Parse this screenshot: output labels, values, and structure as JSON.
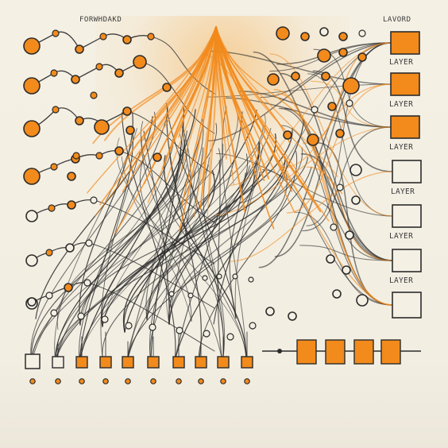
{
  "header": {
    "left_title": "FORWHDAKD",
    "right_title": "LAVORD"
  },
  "layers": [
    {
      "label": "LAYER",
      "filled": true
    },
    {
      "label": "LAYER",
      "filled": true
    },
    {
      "label": "LAYER",
      "filled": true
    },
    {
      "label": "LAYER",
      "filled": false
    },
    {
      "label": "LAYER",
      "filled": false
    },
    {
      "label": "LAYER",
      "filled": false
    },
    {
      "label": "",
      "filled": false
    }
  ],
  "colors": {
    "accent": "#f28a1c",
    "accent_light": "#f7b25a",
    "ink": "#2b2b2b",
    "paper": "#f3efe3"
  },
  "bottom_sequence": {
    "blocks": 4
  }
}
